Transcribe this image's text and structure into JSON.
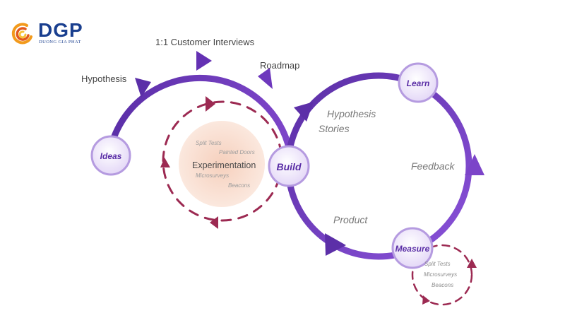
{
  "logo": {
    "title": "DGP",
    "subtitle": "DUONG GIA PHAT"
  },
  "colors": {
    "purple_dark": "#5b2fa8",
    "purple_light": "#8e5ee0",
    "node_fill": "#eee6fb",
    "node_stroke": "#b59be0",
    "node_text": "#5a2ea6",
    "dashed": "#9c2a52",
    "peach": "#f8dccd"
  },
  "nodes": {
    "ideas": "Ideas",
    "build": "Build",
    "learn": "Learn",
    "measure": "Measure"
  },
  "labels": {
    "hypothesis": "Hypothesis",
    "interviews": "1:1 Customer Interviews",
    "roadmap": "Roadmap",
    "loop_hypothesis": "Hypothesis",
    "stories": "Stories",
    "feedback": "Feedback",
    "product": "Product"
  },
  "experimentation": {
    "title": "Experimentation",
    "items": [
      "Split Tests",
      "Painted Doors",
      "Microsurveys",
      "Beacons"
    ]
  },
  "measure_tools": [
    "Split Tests",
    "Microsurveys",
    "Beacons"
  ]
}
